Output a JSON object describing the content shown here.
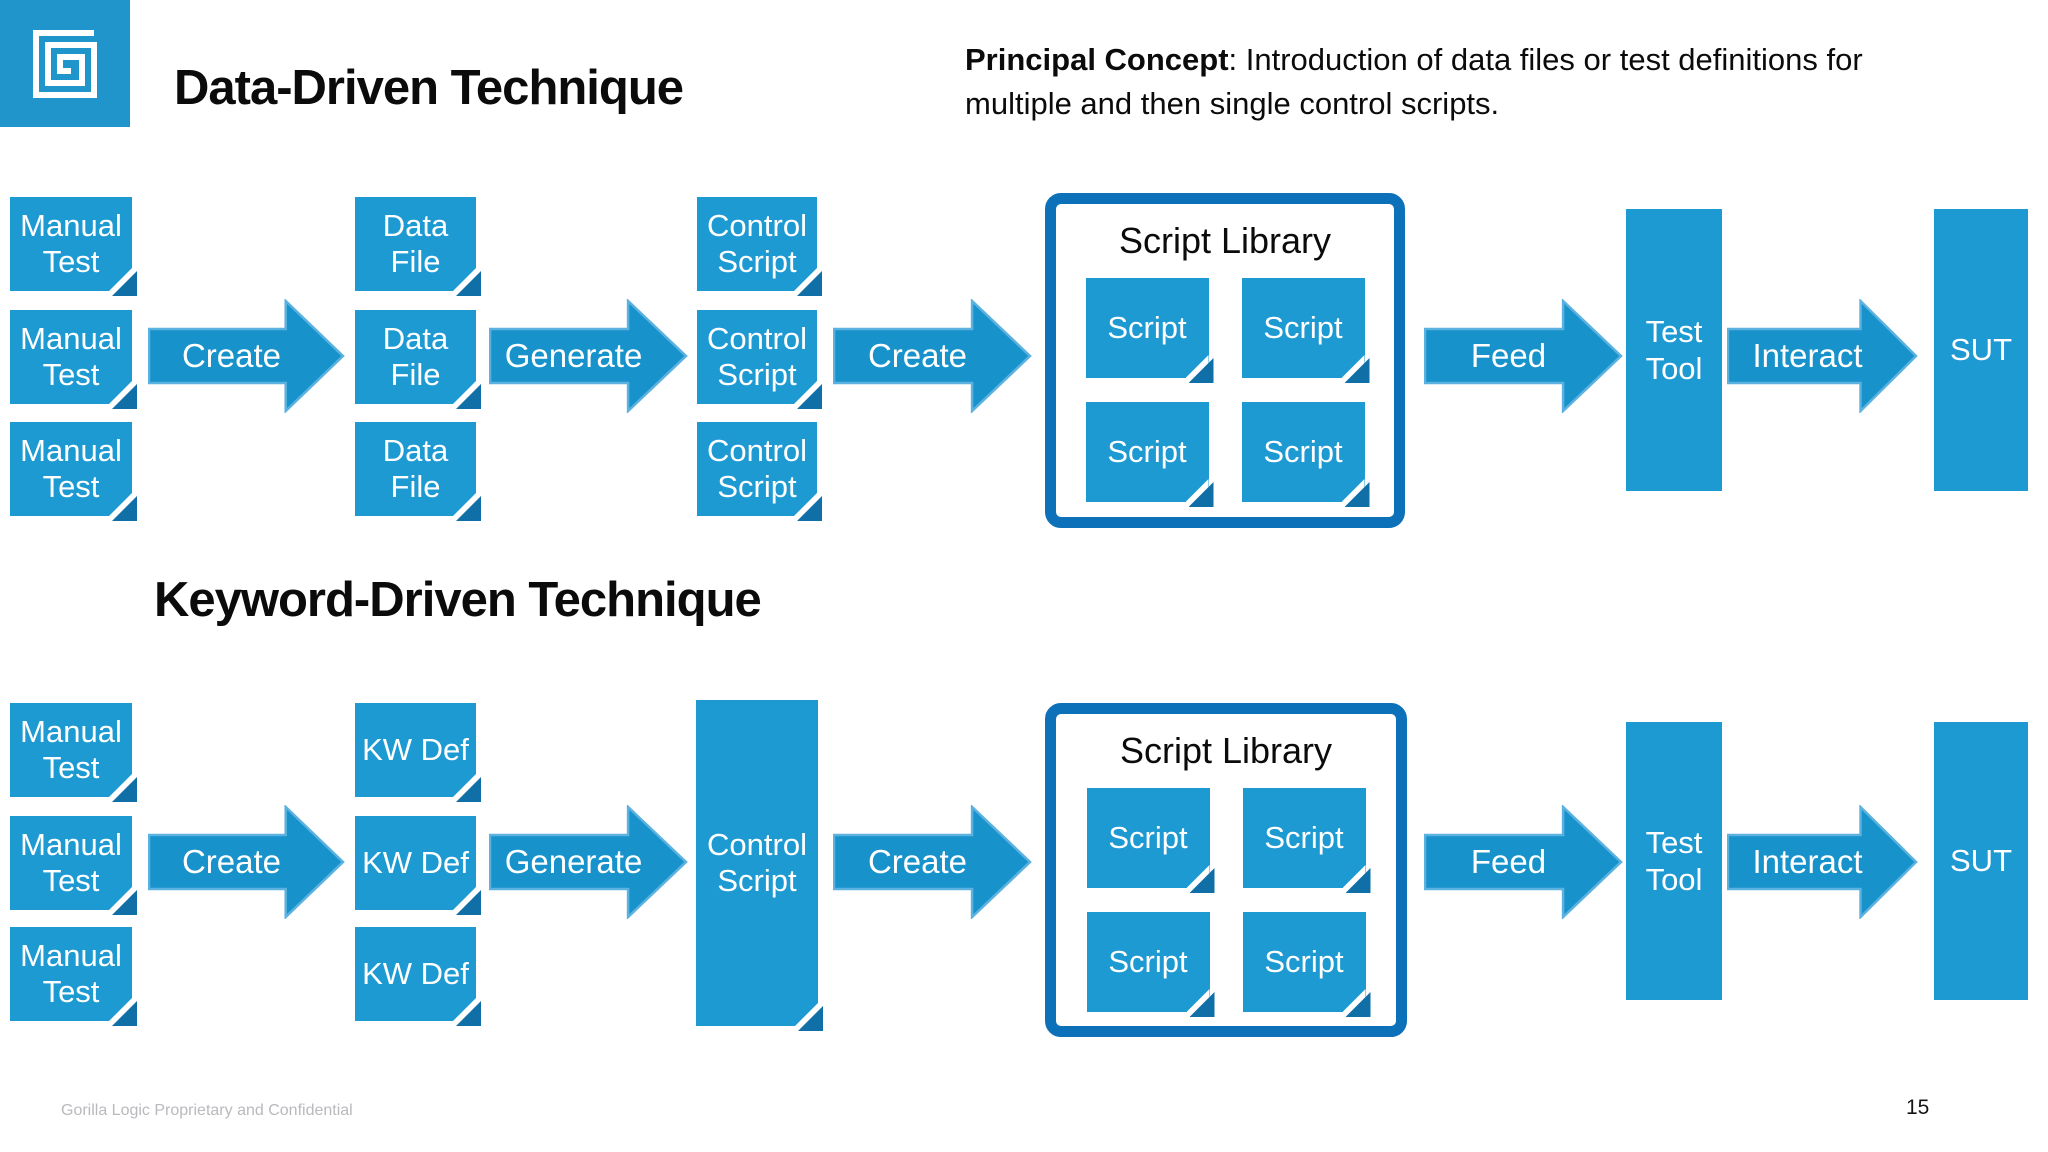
{
  "slide": {
    "title_data_driven": "Data-Driven Technique",
    "title_keyword_driven": "Keyword-Driven Technique",
    "principal_label": "Principal Concept",
    "principal_rest": ": Introduction of data files or test definitions for multiple and then single control scripts.",
    "footer": "Gorilla Logic Proprietary and Confidential",
    "page_number": "15"
  },
  "labels": {
    "manual_test": "Manual Test",
    "data_file": "Data File",
    "kw_def": "KW Def",
    "control_script": "Control Script",
    "script": "Script",
    "script_library": "Script Library",
    "test_tool": "Test Tool",
    "sut": "SUT",
    "create": "Create",
    "generate": "Generate",
    "feed": "Feed",
    "interact": "Interact"
  },
  "colors": {
    "shape_blue": "#1E9AD3",
    "fold_blue": "#0F6FA6",
    "arrow_blue": "#1792CA",
    "arrow_outline": "#5BB1DF",
    "library_border": "#0C71B8",
    "logo_blue": "#2095CC",
    "footer_gray": "#B9B9BE"
  }
}
